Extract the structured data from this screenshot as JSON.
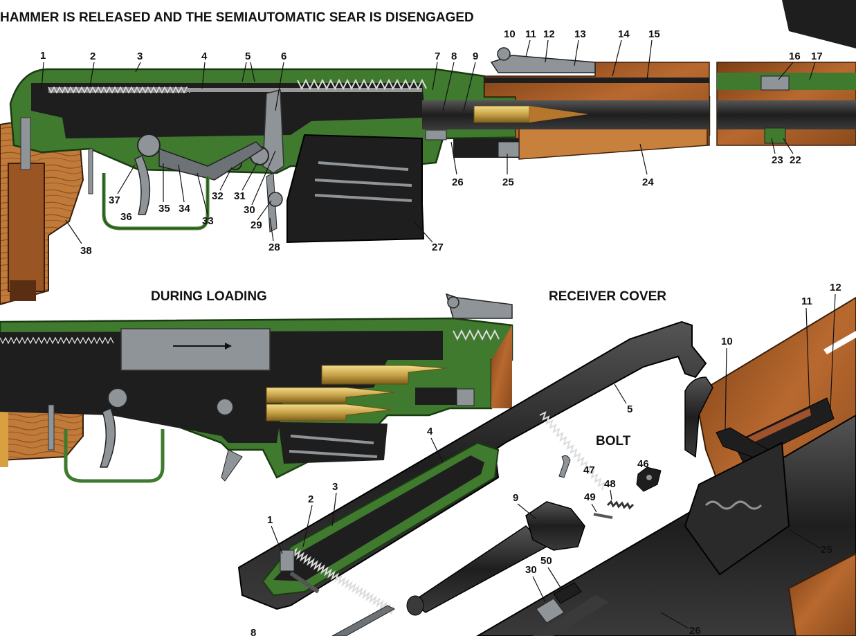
{
  "headings": {
    "top": "HAMMER IS RELEASED AND THE SEMIAUTOMATIC SEAR IS DISENGAGED",
    "loading": "DURING LOADING",
    "receiver_cover": "RECEIVER COVER",
    "bolt": "BOLT"
  },
  "colors": {
    "green": "#3f7a2f",
    "dark_green": "#244d1b",
    "metal": "#1e1e1e",
    "steel_grey": "#8f9499",
    "wood": "#b8692f",
    "wood_light": "#d89a4c",
    "brass": "#c9a44a"
  },
  "callouts_top": [
    "1",
    "2",
    "3",
    "4",
    "5",
    "6",
    "7",
    "8",
    "9",
    "10",
    "11",
    "12",
    "13",
    "14",
    "15",
    "16",
    "17",
    "22",
    "23",
    "24",
    "25",
    "26",
    "27",
    "28",
    "29",
    "30",
    "31",
    "32",
    "33",
    "34",
    "35",
    "36",
    "37",
    "38"
  ],
  "callouts_cover": [
    "1",
    "2",
    "3",
    "4",
    "5"
  ],
  "callouts_bolt": [
    "47",
    "46",
    "48",
    "49",
    "9",
    "8"
  ],
  "callouts_receiver": [
    "10",
    "11",
    "12",
    "25",
    "26",
    "30",
    "50"
  ]
}
